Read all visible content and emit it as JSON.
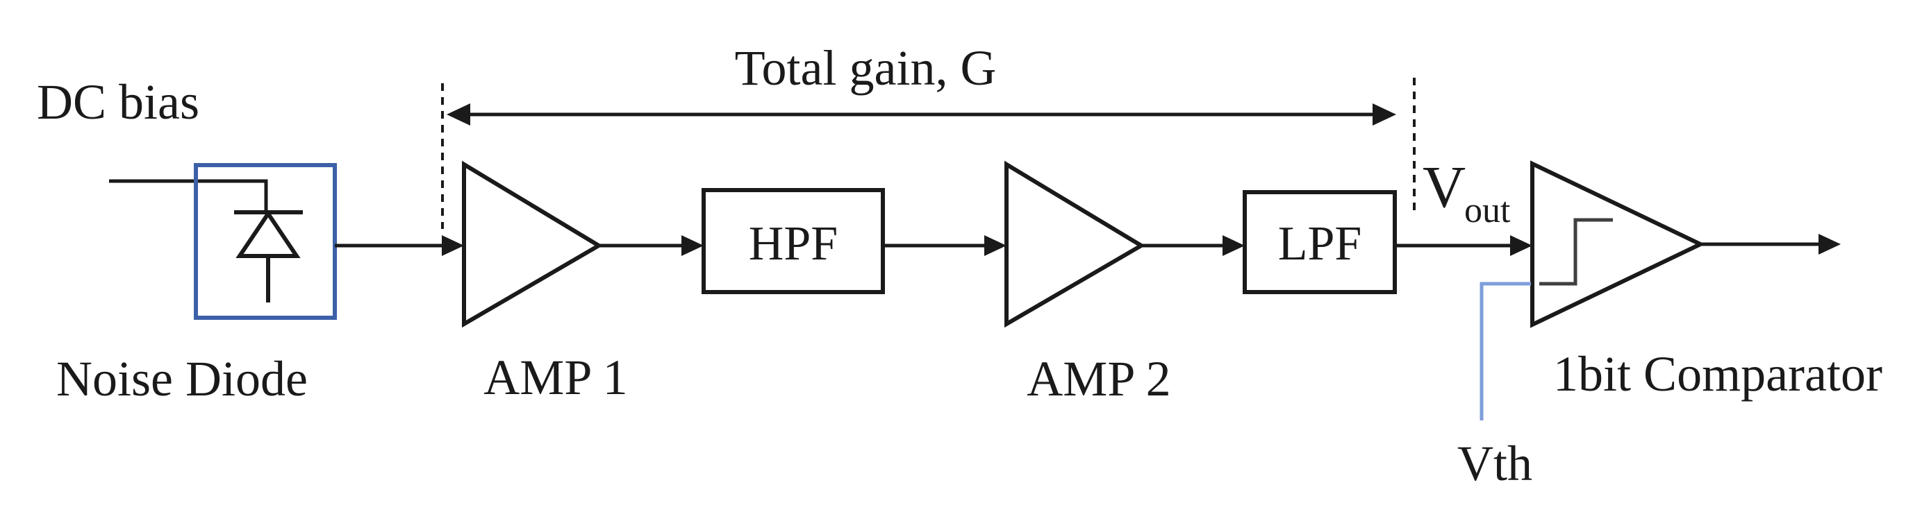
{
  "diagram": {
    "title_note": "Noise source block diagram",
    "labels": {
      "dc_bias": "DC bias",
      "noise_diode": "Noise Diode",
      "total_gain": "Total gain, G",
      "amp1": "AMP 1",
      "hpf": "HPF",
      "amp2": "AMP 2",
      "lpf": "LPF",
      "vout_main": "V",
      "vout_sub": "out",
      "comparator": "1bit Comparator",
      "vth": "Vth"
    },
    "colors": {
      "noise_diode_box": "#3c61a8",
      "vth_wire": "#7d9ed9",
      "line": "#1a1a1a",
      "step_glyph": "#3f3f3f",
      "background": "#ffffff"
    }
  }
}
